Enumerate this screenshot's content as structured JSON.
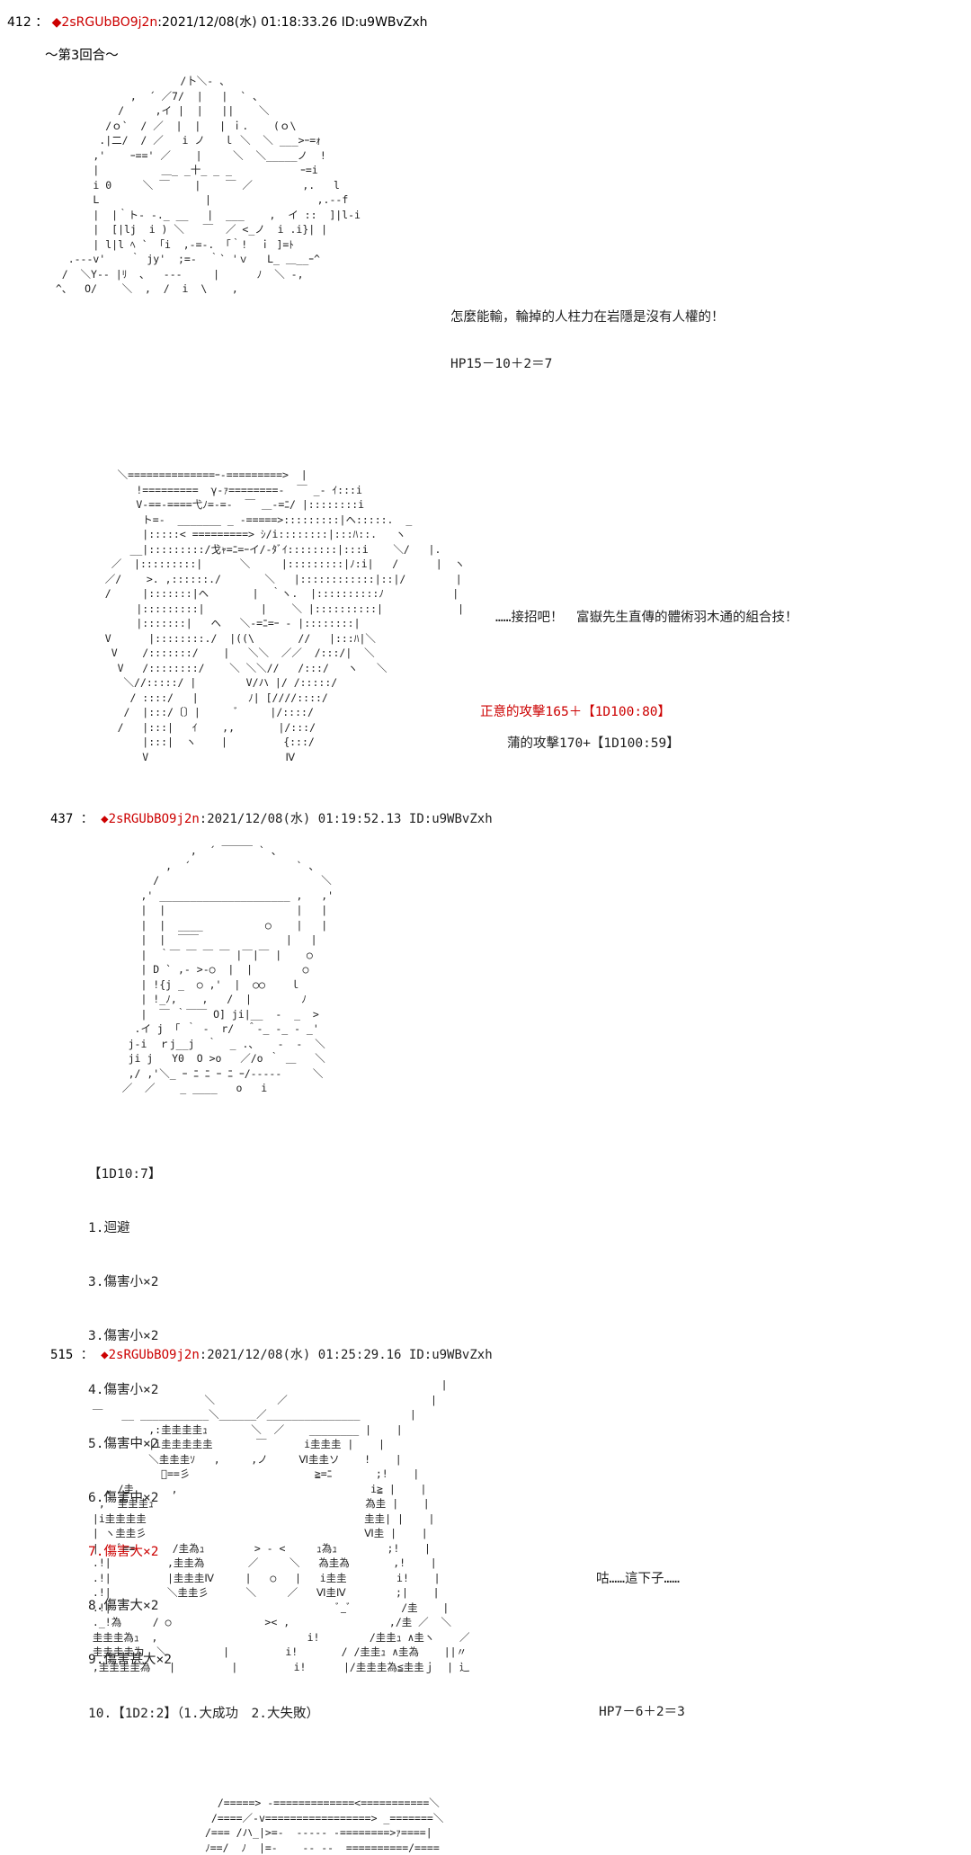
{
  "posts": [
    {
      "number": "412",
      "sep": "：",
      "diamond": "◆",
      "trip": "2sRGUbBO9j2n",
      "meta": ":2021/12/08(水) 01:18:33.26 ID:u9WBvZxh",
      "round": "～第3回合～",
      "line1": "怎麼能輸，輪掉的人柱力在岩隱是沒有人權的！",
      "line2": "HP15－10＋2＝7",
      "line3": "……接招吧！　富嶽先生直傳的體術羽木通的組合技！",
      "line4": "正意的攻擊165＋【1D100:80】",
      "line5": "蒲的攻擊170+【1D100:59】"
    },
    {
      "number": "437",
      "sep": "：",
      "diamond": "◆",
      "trip": "2sRGUbBO9j2n",
      "meta": ":2021/12/08(水) 01:19:52.13 ID:u9WBvZxh",
      "roll": "【1D10:7】",
      "items": [
        "1.迴避",
        "3.傷害小×2",
        "3.傷害小×2",
        "4.傷害小×2",
        "5.傷害中×2",
        "6.傷害中×2",
        "7.傷害大×2",
        "8.傷害大×2",
        "9.傷害甚大×2",
        "10.【1D2:2】（1.大成功　2.大失敗）"
      ]
    },
    {
      "number": "515",
      "sep": "：",
      "diamond": "◆",
      "trip": "2sRGUbBO9j2n",
      "meta": ":2021/12/08(水) 01:25:29.16 ID:u9WBvZxh",
      "line1": "咕……這下子……",
      "line2": "HP7－6＋2＝3"
    }
  ],
  "colors": {
    "trip": "#cc0000",
    "highlight": "#cc0000"
  }
}
